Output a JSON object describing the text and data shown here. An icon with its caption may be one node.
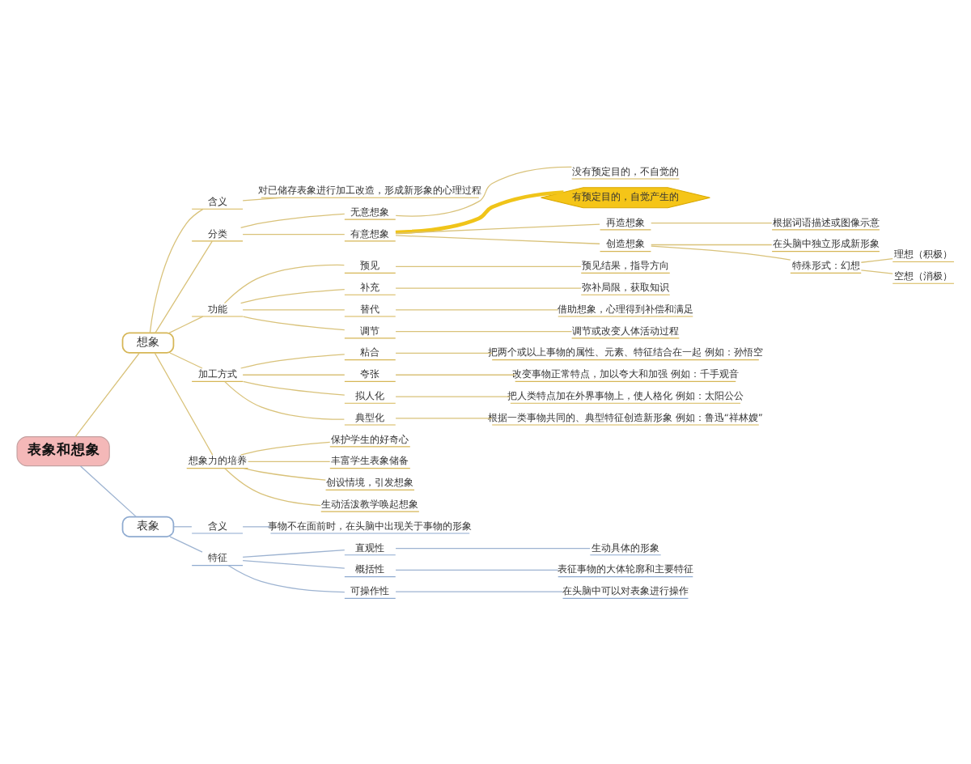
{
  "diagram": {
    "nodes": [
      {
        "text": [
          "表象和想象"
        ]
      },
      {
        "text": [
          "想象"
        ]
      },
      {
        "text": [
          "含义"
        ]
      },
      {
        "text": [
          "对已储存表象进行加工改造，形成新形象的心理过程"
        ]
      },
      {
        "text": [
          "分类"
        ]
      },
      {
        "text": [
          "无意想象"
        ]
      },
      {
        "text": [
          "没有预定目的，不自觉的"
        ]
      },
      {
        "text": [
          "有预定目的，自觉产生的"
        ]
      },
      {
        "text": [
          "有意想象"
        ]
      },
      {
        "text": [
          "再造想象"
        ]
      },
      {
        "text": [
          "根据词语描述或图像示意"
        ]
      },
      {
        "text": [
          "创造想象"
        ]
      },
      {
        "text": [
          "在头脑中独立形成新形象"
        ]
      },
      {
        "text": [
          "特殊形式：幻想"
        ]
      },
      {
        "text": [
          "理想（积极）"
        ]
      },
      {
        "text": [
          "空想（消极）"
        ]
      },
      {
        "text": [
          "功能"
        ]
      },
      {
        "text": [
          "预见"
        ]
      },
      {
        "text": [
          "预见结果，指导方向"
        ]
      },
      {
        "text": [
          "补充"
        ]
      },
      {
        "text": [
          "弥补局限，获取知识"
        ]
      },
      {
        "text": [
          "替代"
        ]
      },
      {
        "text": [
          "借助想象，心理得到补偿和满足"
        ]
      },
      {
        "text": [
          "调节"
        ]
      },
      {
        "text": [
          "调节或改变人体活动过程"
        ]
      },
      {
        "text": [
          "加工方式"
        ]
      },
      {
        "text": [
          "粘合"
        ]
      },
      {
        "text": [
          "把两个或以上事物的属性、元素、特征结合在一起 例如：孙悟空"
        ]
      },
      {
        "text": [
          "夸张"
        ]
      },
      {
        "text": [
          "改变事物正常特点，加以夸大和加强 例如：千手观音"
        ]
      },
      {
        "text": [
          "拟人化"
        ]
      },
      {
        "text": [
          "把人类特点加在外界事物上，使人格化 例如：太阳公公"
        ]
      },
      {
        "text": [
          "典型化"
        ]
      },
      {
        "text": [
          "根据一类事物共同的、典型特征创造新形象 例如：鲁迅“祥林嫂”"
        ]
      },
      {
        "text": [
          "想象力的培养"
        ]
      },
      {
        "text": [
          "保护学生的好奇心"
        ]
      },
      {
        "text": [
          "丰富学生表象储备"
        ]
      },
      {
        "text": [
          "创设情境，引发想象"
        ]
      },
      {
        "text": [
          "生动活泼教学唤起想象"
        ]
      },
      {
        "text": [
          "表象"
        ]
      },
      {
        "text": [
          "含义"
        ]
      },
      {
        "text": [
          "事物不在面前时，在头脑中出现关于事物的形象"
        ]
      },
      {
        "text": [
          "特征"
        ]
      },
      {
        "text": [
          "直观性"
        ]
      },
      {
        "text": [
          "生动具体的形象"
        ]
      },
      {
        "text": [
          "概括性"
        ]
      },
      {
        "text": [
          "表征事物的大体轮廓和主要特征"
        ]
      },
      {
        "text": [
          "可操作性"
        ]
      },
      {
        "text": [
          "在头脑中可以对表象进行操作"
        ]
      }
    ],
    "edges": [
      {
        "from": 0,
        "to": 1,
        "arrow": "none"
      },
      {
        "from": 1,
        "to": 2,
        "arrow": "none"
      },
      {
        "from": 2,
        "to": 3,
        "arrow": "none"
      },
      {
        "from": 1,
        "to": 4,
        "arrow": "none"
      },
      {
        "from": 4,
        "to": 5,
        "arrow": "none"
      },
      {
        "from": 5,
        "to": 6,
        "arrow": "none"
      },
      {
        "from": 7,
        "to": 8,
        "arrow": "none",
        "style": "thick",
        "color": "#f0c419"
      },
      {
        "from": 4,
        "to": 8,
        "arrow": "none"
      },
      {
        "from": 8,
        "to": 9,
        "arrow": "none"
      },
      {
        "from": 9,
        "to": 10,
        "arrow": "none"
      },
      {
        "from": 8,
        "to": 11,
        "arrow": "none"
      },
      {
        "from": 11,
        "to": 12,
        "arrow": "none"
      },
      {
        "from": 11,
        "to": 13,
        "arrow": "none"
      },
      {
        "from": 13,
        "to": 14,
        "arrow": "none"
      },
      {
        "from": 13,
        "to": 15,
        "arrow": "none"
      },
      {
        "from": 1,
        "to": 16,
        "arrow": "none"
      },
      {
        "from": 16,
        "to": 17,
        "arrow": "none"
      },
      {
        "from": 17,
        "to": 18,
        "arrow": "none"
      },
      {
        "from": 16,
        "to": 19,
        "arrow": "none"
      },
      {
        "from": 19,
        "to": 20,
        "arrow": "none"
      },
      {
        "from": 16,
        "to": 21,
        "arrow": "none"
      },
      {
        "from": 21,
        "to": 22,
        "arrow": "none"
      },
      {
        "from": 16,
        "to": 23,
        "arrow": "none"
      },
      {
        "from": 23,
        "to": 24,
        "arrow": "none"
      },
      {
        "from": 1,
        "to": 25,
        "arrow": "none"
      },
      {
        "from": 25,
        "to": 26,
        "arrow": "none"
      },
      {
        "from": 26,
        "to": 27,
        "arrow": "none"
      },
      {
        "from": 25,
        "to": 28,
        "arrow": "none"
      },
      {
        "from": 28,
        "to": 29,
        "arrow": "none"
      },
      {
        "from": 25,
        "to": 30,
        "arrow": "none"
      },
      {
        "from": 30,
        "to": 31,
        "arrow": "none"
      },
      {
        "from": 25,
        "to": 32,
        "arrow": "none"
      },
      {
        "from": 32,
        "to": 33,
        "arrow": "none"
      },
      {
        "from": 1,
        "to": 34,
        "arrow": "none"
      },
      {
        "from": 34,
        "to": 35,
        "arrow": "none"
      },
      {
        "from": 34,
        "to": 36,
        "arrow": "none"
      },
      {
        "from": 34,
        "to": 37,
        "arrow": "none"
      },
      {
        "from": 34,
        "to": 38,
        "arrow": "none"
      },
      {
        "from": 0,
        "to": 39,
        "arrow": "none",
        "color": "#9db3d1"
      },
      {
        "from": 39,
        "to": 40,
        "arrow": "none",
        "color": "#9db3d1"
      },
      {
        "from": 40,
        "to": 41,
        "arrow": "none",
        "color": "#9db3d1"
      },
      {
        "from": 39,
        "to": 42,
        "arrow": "none",
        "color": "#9db3d1"
      },
      {
        "from": 42,
        "to": 43,
        "arrow": "none",
        "color": "#9db3d1"
      },
      {
        "from": 43,
        "to": 44,
        "arrow": "none",
        "color": "#9db3d1"
      },
      {
        "from": 42,
        "to": 45,
        "arrow": "none",
        "color": "#9db3d1"
      },
      {
        "from": 45,
        "to": 46,
        "arrow": "none",
        "color": "#9db3d1"
      },
      {
        "from": 42,
        "to": 47,
        "arrow": "none",
        "color": "#9db3d1"
      },
      {
        "from": 47,
        "to": 48,
        "arrow": "none",
        "color": "#9db3d1"
      }
    ]
  }
}
